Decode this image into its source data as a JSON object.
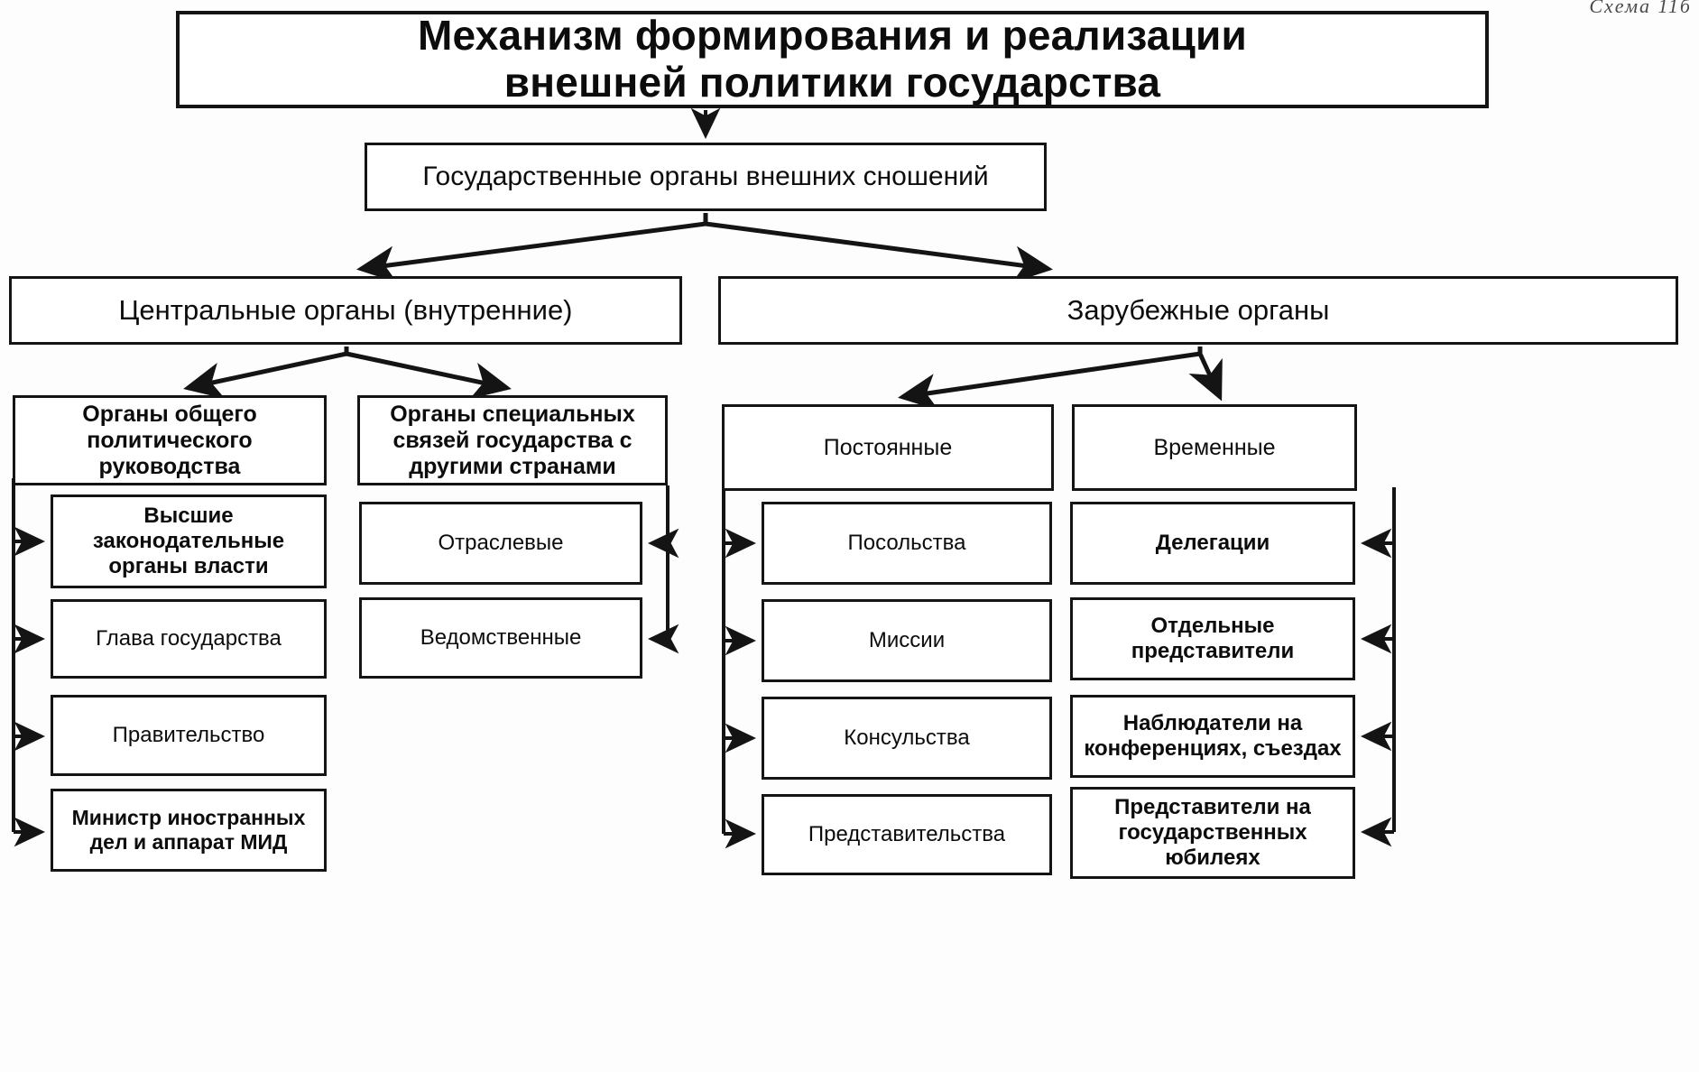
{
  "page": {
    "corner_note": "Схема 11б",
    "title": "Механизм формирования и реализации\nвнешней политики государства"
  },
  "level2": {
    "label": "Государственные органы внешних сношений"
  },
  "level3": [
    {
      "id": "central",
      "label": "Центральные органы (внутренние)"
    },
    {
      "id": "foreign",
      "label": "Зарубежные органы"
    }
  ],
  "groups": [
    {
      "id": "general",
      "label": "Органы общего\nполитического\nруководства"
    },
    {
      "id": "special",
      "label": "Органы специальных\nсвязей государства с\nдругими странами"
    },
    {
      "id": "permanent",
      "label": "Постоянные"
    },
    {
      "id": "temporary",
      "label": "Временные"
    }
  ],
  "columns": {
    "general": [
      "Высшие\nзаконодательные\nорганы власти",
      "Глава государства",
      "Правительство",
      "Министр иностранных\nдел и аппарат МИД"
    ],
    "special": [
      "Отраслевые",
      "Ведомственные"
    ],
    "permanent": [
      "Посольства",
      "Миссии",
      "Консульства",
      "Представительства"
    ],
    "temporary": [
      "Делегации",
      "Отдельные\nпредставители",
      "Наблюдатели на\nконференциях, съездах",
      "Представители на\nгосударственных\nюбилеях"
    ]
  },
  "colors": {
    "ink": "#141414",
    "paper": "#fdfdfd"
  }
}
